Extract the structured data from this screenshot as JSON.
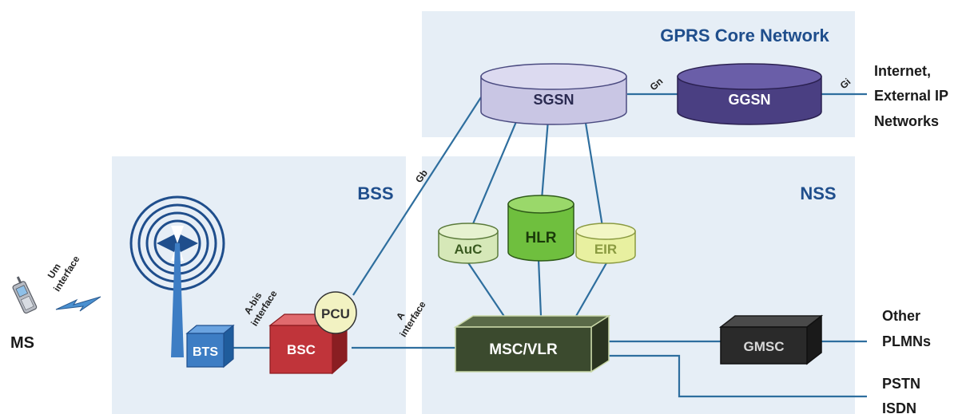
{
  "regions": {
    "gprs": "GPRS Core Network",
    "bss": "BSS",
    "nss": "NSS"
  },
  "nodes": {
    "sgsn": "SGSN",
    "ggsn": "GGSN",
    "auc": "AuC",
    "hlr": "HLR",
    "eir": "EIR",
    "msc": "MSC/VLR",
    "gmsc": "GMSC",
    "bts": "BTS",
    "bsc": "BSC",
    "pcu": "PCU",
    "ms": "MS"
  },
  "interfaces": {
    "gn": "Gn",
    "gi": "Gi",
    "gb": "Gb",
    "um": [
      "Um",
      "interface"
    ],
    "abis": [
      "A-bis",
      "interface"
    ],
    "a": [
      "A",
      "interface"
    ]
  },
  "external": {
    "internet": [
      "Internet,",
      "External IP",
      "Networks"
    ],
    "plmn": [
      "Other",
      "PLMNs"
    ],
    "pstn": [
      "PSTN",
      "ISDN"
    ]
  },
  "colors": {
    "region_bg": "#e6eef6",
    "title_blue": "#1f4e8c",
    "line": "#2e6e9e",
    "sgsn_fill": "#c9c6e4",
    "ggsn_fill": "#4a3f82",
    "auc_fill": "#d6e8b8",
    "hlr_fill": "#6fbf3e",
    "eir_fill": "#e8f0a0",
    "msc_fill": "#3b4a2e",
    "gmsc_fill": "#2a2a2a",
    "bts_fill": "#3d7dc4",
    "bsc_fill": "#c0343a",
    "pcu_fill": "#f2f2c2"
  }
}
